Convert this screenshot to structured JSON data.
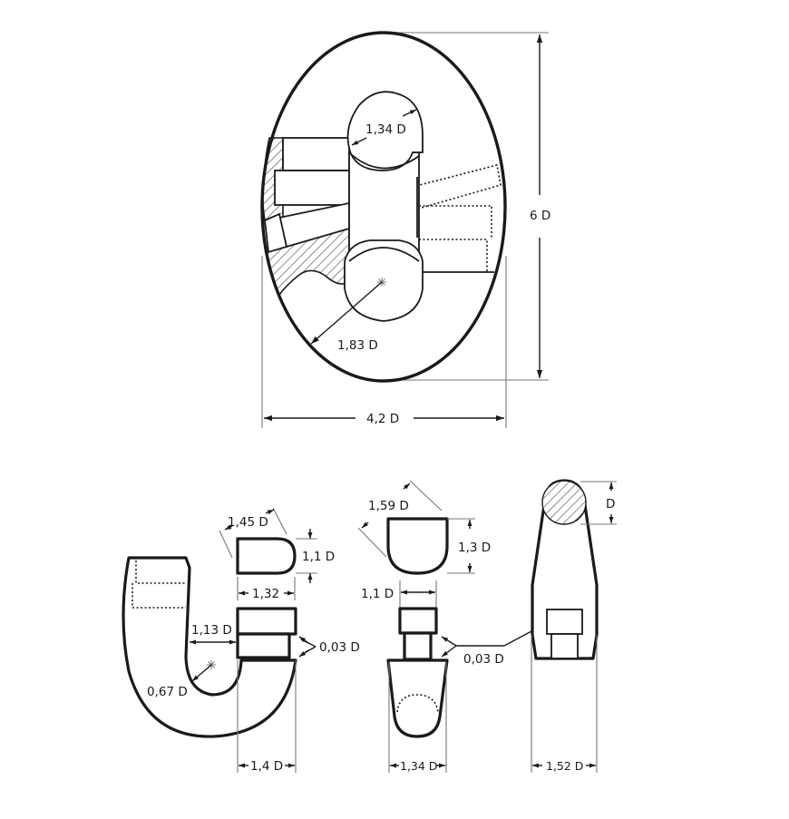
{
  "labels": {
    "top_inner_diameter": "1,34 D",
    "height": "6 D",
    "radius": "1,83 D",
    "width": "4,2 D",
    "hook_width": "1,4 D",
    "hook_inner_radius": "0,67 D",
    "hook_gap": "1,13 D",
    "stud_width": "1,32",
    "stud_height": "1,1 D",
    "stud_chamfer": "1,45 D",
    "clearance_left": "0,03 D",
    "cap_chamfer": "1,59 D",
    "cap_height": "1,3 D",
    "neck_width": "1,1 D",
    "clearance_mid": "0,03 D",
    "center_width": "1,34 D",
    "side_diameter": "D",
    "side_width": "1,52 D"
  }
}
